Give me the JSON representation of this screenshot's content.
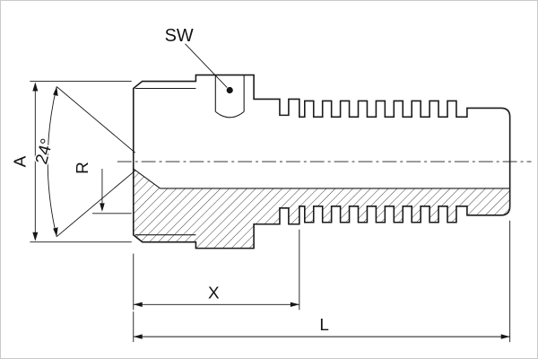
{
  "labels": {
    "wrench_size": "SW",
    "diameter": "A",
    "cone_angle": "24°",
    "radius": "R",
    "cutoff_length": "X",
    "overall_length": "L"
  },
  "colors": {
    "line": "#1a1a1a",
    "background": "#ffffff",
    "border": "#c9c9c9"
  }
}
